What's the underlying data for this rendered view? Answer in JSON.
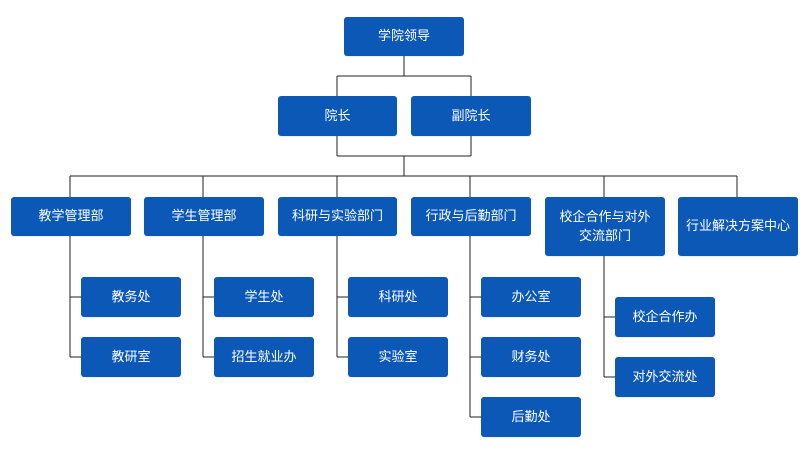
{
  "theme": {
    "node_color": "#0b58b6",
    "text_color": "#ffffff",
    "line_color": "#222222"
  },
  "org_chart": {
    "root": "学院领导",
    "level2": {
      "dean": "院长",
      "vice_dean": "副院长"
    },
    "departments": {
      "teaching": {
        "name": "教学管理部",
        "children": [
          "教务处",
          "教研室"
        ]
      },
      "student": {
        "name": "学生管理部",
        "children": [
          "学生处",
          "招生就业办"
        ]
      },
      "research": {
        "name": "科研与实验部门",
        "children": [
          "科研处",
          "实验室"
        ]
      },
      "admin": {
        "name": "行政与后勤部门",
        "children": [
          "办公室",
          "财务处",
          "后勤处"
        ]
      },
      "cooperation": {
        "name": "校企合作与对外交流部门",
        "children": [
          "校企合作办",
          "对外交流处"
        ]
      },
      "solution": {
        "name": "行业解决方案中心"
      }
    }
  }
}
